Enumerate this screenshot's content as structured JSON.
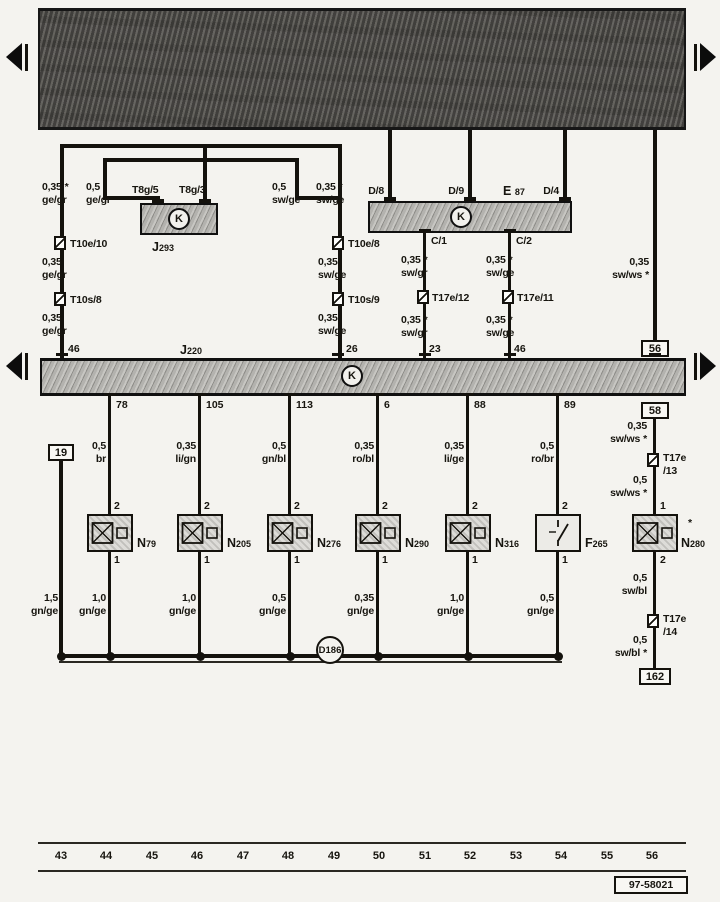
{
  "page": {
    "doc_number": "97-58021"
  },
  "buses": {
    "j293": {
      "prefix": "J",
      "num": "293",
      "k": "K"
    },
    "e87": {
      "prefix": "E",
      "num": "87",
      "k": "K"
    },
    "j220": {
      "prefix": "J",
      "num": "220",
      "k": "K"
    }
  },
  "top": {
    "w1": {
      "g": "0,35",
      "s": "*",
      "c": "ge/gr"
    },
    "w2": {
      "g": "0,5",
      "c": "ge/gr"
    },
    "w3": {
      "g": "0,5",
      "c": "sw/ge"
    },
    "w4": {
      "g": "0,35",
      "s": "*",
      "c": "sw/ge"
    },
    "t8g5": "T8g/5",
    "t8g3": "T8g/3",
    "d8": "D/8",
    "d9": "D/9",
    "d4": "D/4",
    "c1": "C/1",
    "c2": "C/2"
  },
  "chains": {
    "left": {
      "t1": "T10e/10",
      "w1": {
        "g": "0,35",
        "c": "ge/gr"
      },
      "t2": "T10s/8",
      "w2": {
        "g": "0,35",
        "c": "ge/gr"
      },
      "pin": "46"
    },
    "mid": {
      "t1": "T10e/8",
      "w1": {
        "g": "0,35",
        "c": "sw/ge"
      },
      "t2": "T10s/9",
      "w2": {
        "g": "0,35",
        "c": "sw/ge"
      },
      "pin": "26"
    },
    "c1": {
      "w1": {
        "g": "0,35",
        "s": "*",
        "c": "sw/gr"
      },
      "t": "T17e/12",
      "w2": {
        "g": "0,35",
        "s": "*",
        "c": "sw/gr"
      },
      "pin": "23"
    },
    "c2": {
      "w1": {
        "g": "0,35",
        "s": "*",
        "c": "sw/ge"
      },
      "t": "T17e/11",
      "w2": {
        "g": "0,35",
        "s": "*",
        "c": "sw/ge"
      },
      "pin": "46"
    },
    "right": {
      "w": {
        "g": "0,35",
        "c": "sw/ws",
        "s2": "*"
      }
    }
  },
  "refs": {
    "box19": "19",
    "box56": "56",
    "box58": "58",
    "box162": "162"
  },
  "left_wire": {
    "g": "1,5",
    "c": "gn/ge"
  },
  "columns": [
    {
      "bus_pin": "78",
      "wt": {
        "g": "0,5",
        "c": "br"
      },
      "p2": "2",
      "comp": {
        "prefix": "N",
        "num": "79"
      },
      "p1": "1",
      "wb": {
        "g": "1,0",
        "c": "gn/ge"
      }
    },
    {
      "bus_pin": "105",
      "wt": {
        "g": "0,35",
        "c": "li/gn"
      },
      "p2": "2",
      "comp": {
        "prefix": "N",
        "num": "205"
      },
      "p1": "1",
      "wb": {
        "g": "1,0",
        "c": "gn/ge"
      }
    },
    {
      "bus_pin": "113",
      "wt": {
        "g": "0,5",
        "c": "gn/bl"
      },
      "p2": "2",
      "comp": {
        "prefix": "N",
        "num": "276"
      },
      "p1": "1",
      "wb": {
        "g": "0,5",
        "c": "gn/ge"
      }
    },
    {
      "bus_pin": "6",
      "wt": {
        "g": "0,35",
        "c": "ro/bl"
      },
      "p2": "2",
      "comp": {
        "prefix": "N",
        "num": "290"
      },
      "p1": "1",
      "wb": {
        "g": "0,35",
        "c": "gn/ge"
      }
    },
    {
      "bus_pin": "88",
      "wt": {
        "g": "0,35",
        "c": "li/ge"
      },
      "p2": "2",
      "comp": {
        "prefix": "N",
        "num": "316"
      },
      "p1": "1",
      "wb": {
        "g": "1,0",
        "c": "gn/ge"
      }
    },
    {
      "bus_pin": "89",
      "wt": {
        "g": "0,5",
        "c": "ro/br"
      },
      "p2": "2",
      "comp": {
        "prefix": "F",
        "num": "265"
      },
      "p1": "1",
      "wb": {
        "g": "0,5",
        "c": "gn/ge"
      }
    }
  ],
  "rightcol": {
    "w1": {
      "g": "0,35",
      "c": "sw/ws",
      "s2": "*"
    },
    "t13": {
      "l1": "T17e",
      "l2": "/13"
    },
    "w2": {
      "g": "0,5",
      "c": "sw/ws",
      "s2": "*"
    },
    "p1": "1",
    "p2": "2",
    "comp": {
      "prefix": "N",
      "num": "280",
      "star": "*"
    },
    "w3": {
      "g": "0,5",
      "c": "sw/bl"
    },
    "t14": {
      "l1": "T17e",
      "l2": "/14"
    },
    "w4": {
      "g": "0,5",
      "c": "sw/bl",
      "s2": "*"
    }
  },
  "ground": {
    "label": "D186"
  },
  "tracks": [
    "43",
    "44",
    "45",
    "46",
    "47",
    "48",
    "49",
    "50",
    "51",
    "52",
    "53",
    "54",
    "55",
    "56"
  ]
}
